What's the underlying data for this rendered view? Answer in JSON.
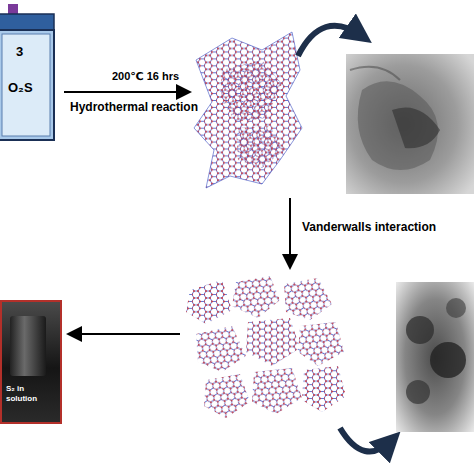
{
  "diagram": {
    "nodes": [
      {
        "text": [
          "3",
          "O₂S"
        ]
      },
      {
        "text": [
          "S₂ in solution"
        ]
      }
    ],
    "labels": [
      "200℃ 16 hrs",
      "Hydrothermal reaction",
      "Vanderwalls interaction"
    ]
  }
}
